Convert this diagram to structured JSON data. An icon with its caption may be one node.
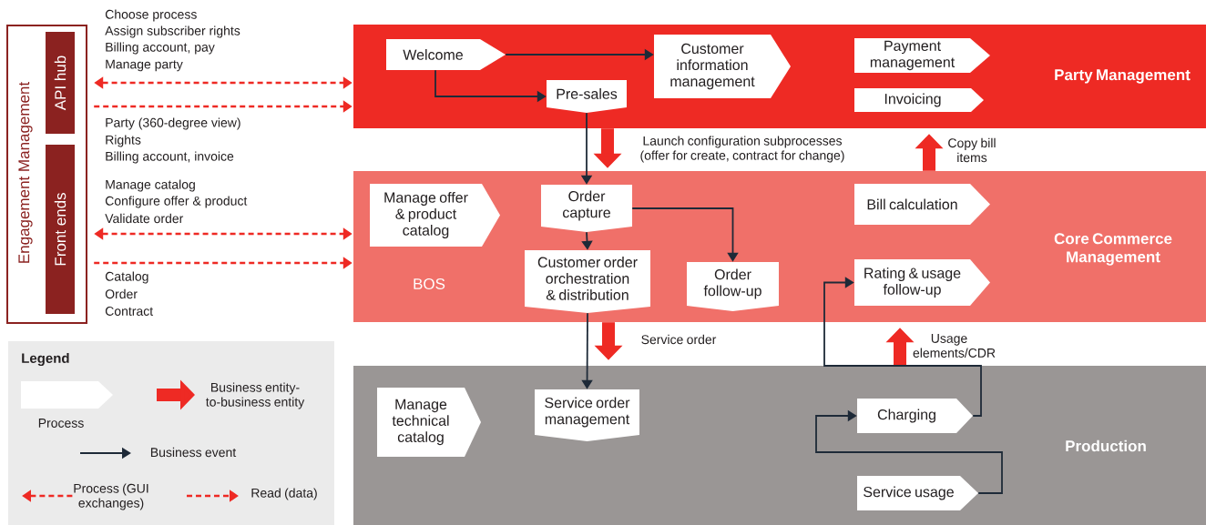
{
  "diagram": {
    "nodes": [
      {
        "text": [
          "Engagement Management"
        ]
      },
      {
        "text": [
          "API hub"
        ],
        "in": 0
      },
      {
        "text": [
          "Front ends"
        ],
        "in": 0
      },
      {
        "text": [
          "Party Management"
        ]
      },
      {
        "text": [
          "Welcome"
        ],
        "in": 3
      },
      {
        "text": [
          "Pre-sales"
        ],
        "in": 3
      },
      {
        "text": [
          "Customer information management"
        ],
        "in": 3
      },
      {
        "text": [
          "Payment management"
        ],
        "in": 3
      },
      {
        "text": [
          "Invoicing"
        ],
        "in": 3
      },
      {
        "text": [
          "Core Commerce Management",
          "BOS"
        ]
      },
      {
        "text": [
          "Manage offer & product catalog"
        ],
        "in": 9
      },
      {
        "text": [
          "Order capture"
        ],
        "in": 9
      },
      {
        "text": [
          "Customer order orchestration & distribution"
        ],
        "in": 9
      },
      {
        "text": [
          "Order follow-up"
        ],
        "in": 9
      },
      {
        "text": [
          "Bill calculation"
        ],
        "in": 9
      },
      {
        "text": [
          "Rating & usage follow-up"
        ],
        "in": 9
      },
      {
        "text": [
          "Production"
        ]
      },
      {
        "text": [
          "Manage technical catalog"
        ],
        "in": 16
      },
      {
        "text": [
          "Service order management"
        ],
        "in": 16
      },
      {
        "text": [
          "Charging"
        ],
        "in": 16
      },
      {
        "text": [
          "Service usage"
        ],
        "in": 16
      }
    ],
    "edges": [
      {
        "from": 1,
        "to": 3,
        "arrow": "both",
        "style": "dashed",
        "color": "#ee2a24"
      },
      {
        "from": 1,
        "to": 3,
        "arrow": "to",
        "style": "dashed",
        "color": "#ee2a24"
      },
      {
        "from": 2,
        "to": 9,
        "arrow": "both",
        "style": "dashed",
        "color": "#ee2a24"
      },
      {
        "from": 2,
        "to": 9,
        "arrow": "to",
        "style": "dashed",
        "color": "#ee2a24"
      },
      {
        "from": 4,
        "to": 6,
        "arrow": "to",
        "color": "#1e2a38"
      },
      {
        "from": 4,
        "to": 5,
        "arrow": "to",
        "color": "#1e2a38"
      },
      {
        "from": 3,
        "to": 9,
        "arrow": "to",
        "style": "thick",
        "color": "#ee2a24",
        "label": "Launch configuration subprocesses (offer for create, contract for change)"
      },
      {
        "from": 9,
        "to": 3,
        "arrow": "to",
        "style": "thick",
        "color": "#ee2a24",
        "label": "Copy bill items"
      },
      {
        "from": 5,
        "to": 11,
        "arrow": "to",
        "color": "#1e2a38"
      },
      {
        "from": 11,
        "to": 12,
        "arrow": "to",
        "color": "#1e2a38"
      },
      {
        "from": 11,
        "to": 13,
        "arrow": "to",
        "color": "#1e2a38"
      },
      {
        "from": 12,
        "to": 18,
        "arrow": "to",
        "color": "#1e2a38"
      },
      {
        "from": 9,
        "to": 16,
        "arrow": "to",
        "style": "thick",
        "color": "#ee2a24",
        "label": "Service order"
      },
      {
        "from": 16,
        "to": 9,
        "arrow": "to",
        "style": "thick",
        "color": "#ee2a24",
        "label": "Usage elements/CDR"
      },
      {
        "from": 19,
        "to": 15,
        "arrow": "to",
        "color": "#1e2a38"
      },
      {
        "from": 20,
        "to": 19,
        "arrow": "to",
        "color": "#1e2a38"
      }
    ],
    "labels": [
      "Choose process",
      "Assign subscriber rights",
      "Billing account, pay",
      "Manage party",
      "Party (360-degree view)",
      "Rights",
      "Billing account, invoice",
      "Manage catalog",
      "Configure offer & product",
      "Validate order",
      "Catalog",
      "Order",
      "Contract",
      "Legend"
    ],
    "legend": [
      {
        "text": "Process"
      },
      {
        "text": "Business entity-to-business entity"
      },
      {
        "text": "Business event"
      },
      {
        "text": "Process (GUI exchanges)"
      },
      {
        "text": "Read (data)"
      }
    ]
  }
}
